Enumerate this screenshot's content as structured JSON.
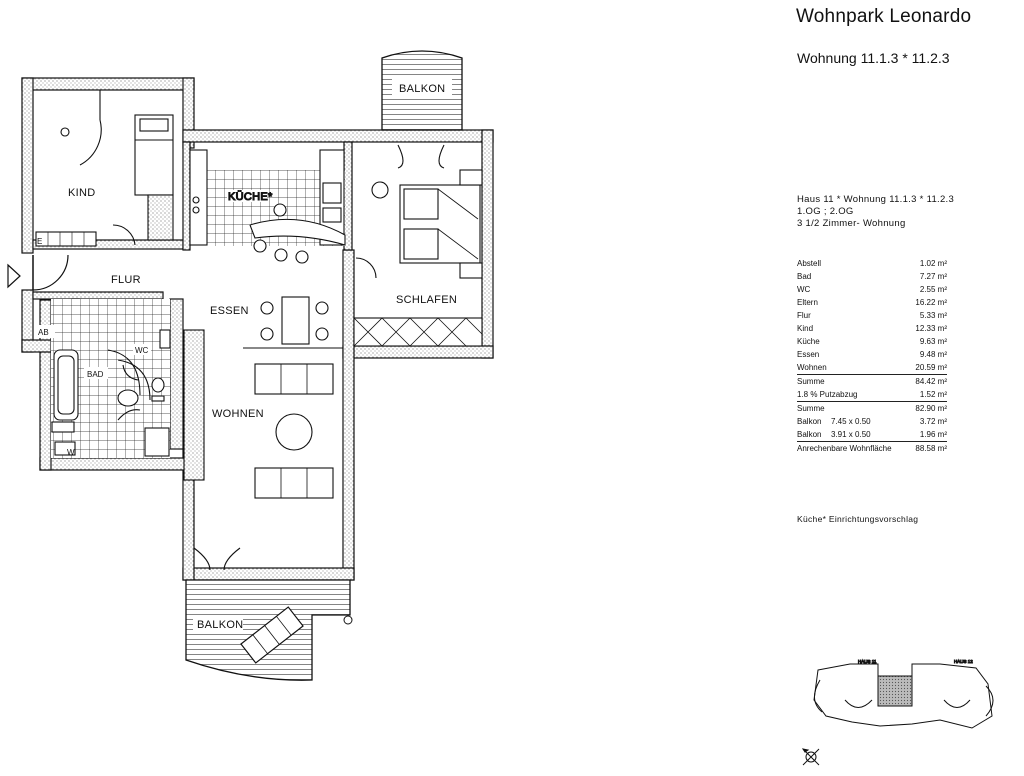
{
  "header": {
    "title": "Wohnpark Leonardo",
    "subtitle": "Wohnung 11.1.3 * 11.2.3"
  },
  "info": {
    "line1": "Haus 11 * Wohnung 11.1.3 * 11.2.3",
    "line2": "1.OG ; 2.OG",
    "line3": "3 1/2 Zimmer- Wohnung"
  },
  "areas": [
    {
      "name": "Abstell",
      "detail": "",
      "value": "1.02 m²"
    },
    {
      "name": "Bad",
      "detail": "",
      "value": "7.27 m²"
    },
    {
      "name": "WC",
      "detail": "",
      "value": "2.55 m²"
    },
    {
      "name": "Eltern",
      "detail": "",
      "value": "16.22 m²"
    },
    {
      "name": "Flur",
      "detail": "",
      "value": "5.33 m²"
    },
    {
      "name": "Kind",
      "detail": "",
      "value": "12.33 m²"
    },
    {
      "name": "Küche",
      "detail": "",
      "value": "9.63 m²"
    },
    {
      "name": "Essen",
      "detail": "",
      "value": "9.48 m²"
    },
    {
      "name": "Wohnen",
      "detail": "",
      "value": "20.59 m²"
    },
    {
      "name": "Summe",
      "detail": "",
      "value": "84.42 m²"
    },
    {
      "name": "1.8 % Putzabzug",
      "detail": "",
      "value": "1.52 m²"
    },
    {
      "name": "Summe",
      "detail": "",
      "value": "82.90 m²"
    },
    {
      "name": "Balkon",
      "detail": "7.45 x 0.50",
      "value": "3.72 m²"
    },
    {
      "name": "Balkon",
      "detail": "3.91 x 0.50",
      "value": "1.96 m²"
    },
    {
      "name": "Anrechenbare Wohnfläche",
      "detail": "",
      "value": "88.58 m²"
    }
  ],
  "note": "Küche* Einrichtungsvorschlag",
  "rooms": {
    "kind": "KIND",
    "kueche": "KÜCHE*",
    "balkon_top": "BALKON",
    "schlafen": "SCHLAFEN",
    "flur": "FLUR",
    "essen": "ESSEN",
    "ab": "AB",
    "wc": "WC",
    "bad": "BAD",
    "wohnen": "WOHNEN",
    "balkon_bottom": "BALKON",
    "e": "E",
    "w": "W"
  },
  "keyplan": {
    "haus11": "HAUS 11",
    "haus12": "HAUS 12"
  }
}
